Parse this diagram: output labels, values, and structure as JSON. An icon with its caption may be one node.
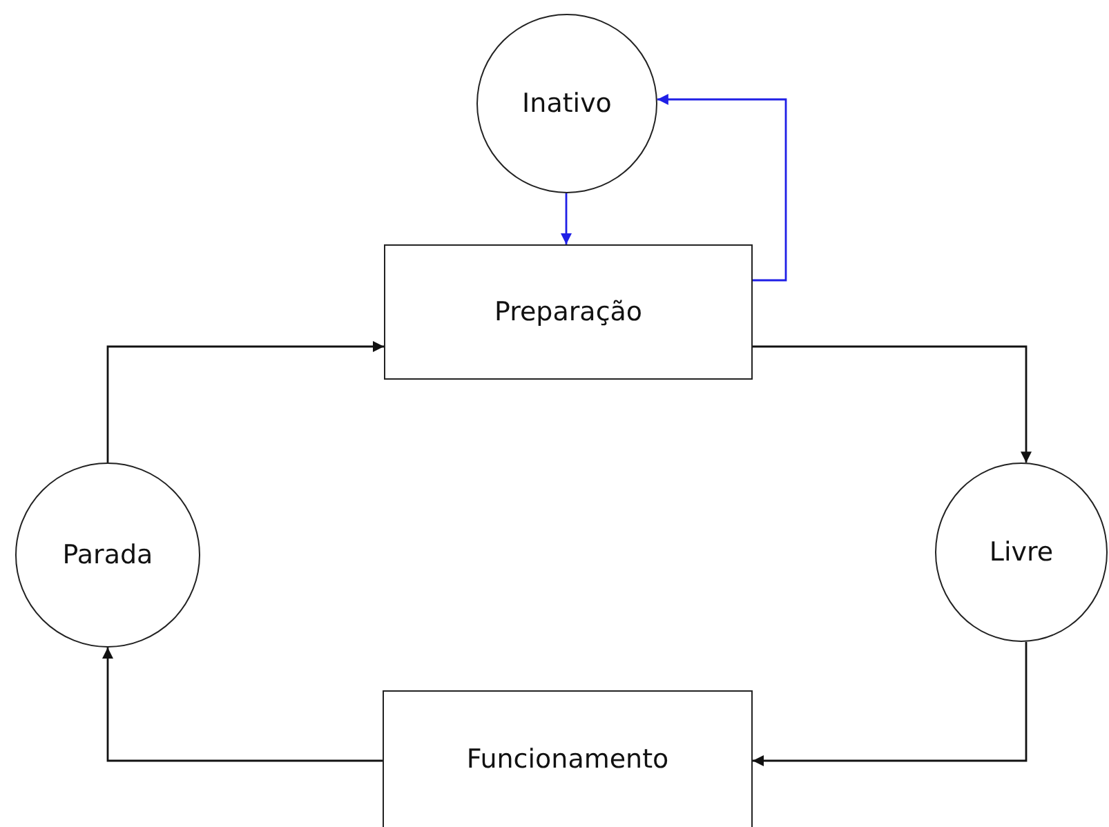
{
  "diagram": {
    "nodes": [
      {
        "text": [
          "Inativo"
        ]
      },
      {
        "text": [
          "Preparação"
        ]
      },
      {
        "text": [
          "Parada"
        ]
      },
      {
        "text": [
          "Livre"
        ]
      },
      {
        "text": [
          "Funcionamento"
        ]
      }
    ],
    "edges": [
      {
        "from": 0,
        "to": 1,
        "arrow": "to",
        "color": "#1f1fe6"
      },
      {
        "from": 1,
        "to": 0,
        "arrow": "to",
        "color": "#1f1fe6"
      },
      {
        "from": 1,
        "to": 3,
        "arrow": "to"
      },
      {
        "from": 3,
        "to": 4,
        "arrow": "to"
      },
      {
        "from": 4,
        "to": 2,
        "arrow": "to"
      },
      {
        "from": 2,
        "to": 1,
        "arrow": "to"
      }
    ]
  }
}
